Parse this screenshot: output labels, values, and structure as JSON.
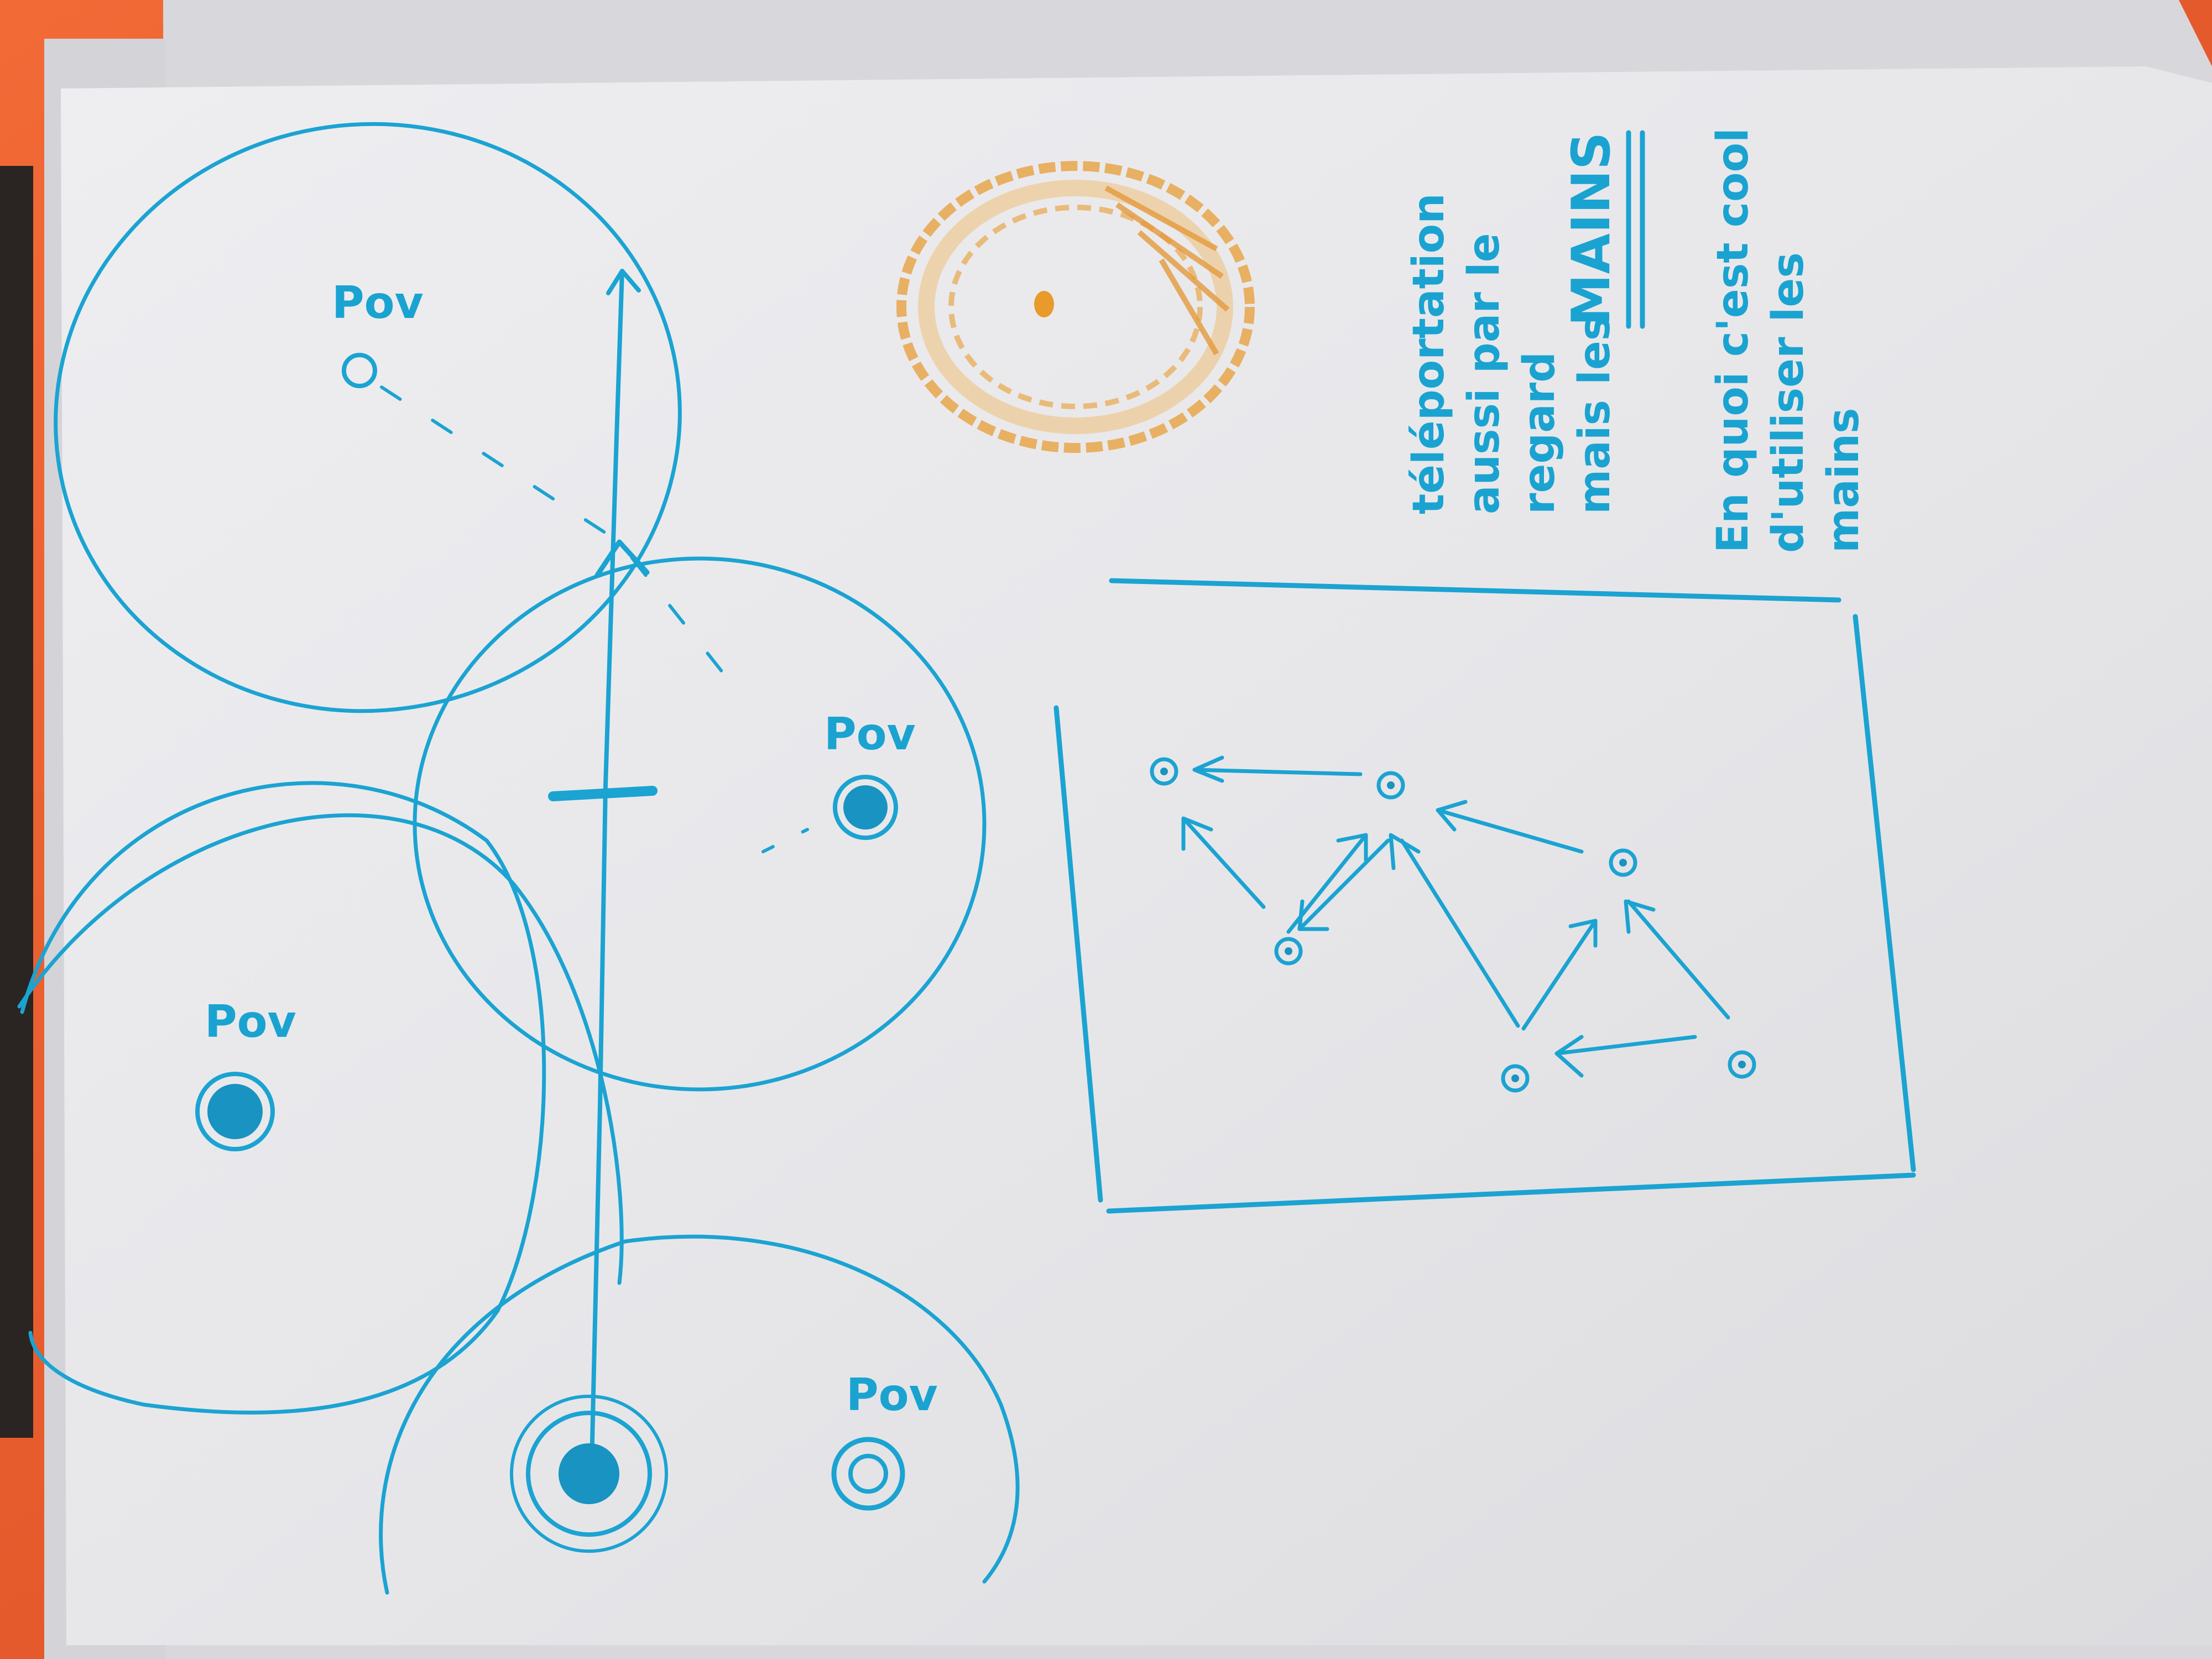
{
  "photo": {
    "subject": "hand-drawn sketch on white paper over an orange folder",
    "ink_color": "#1ba3d2",
    "crayon_color": "#e8a64a",
    "folder_color": "#e25a2c",
    "paper_color": "#e6e6e8"
  },
  "sketch": {
    "pov_labels": [
      "Pov",
      "Pov",
      "Pov",
      "Pov"
    ],
    "note_lines": [
      "téléportation",
      "aussi par le",
      "regard",
      "mais les"
    ],
    "note_emphasis": "MAINS",
    "note2_lines": [
      "En quoi c'est cool",
      "d'utiliser les",
      "mains"
    ]
  }
}
